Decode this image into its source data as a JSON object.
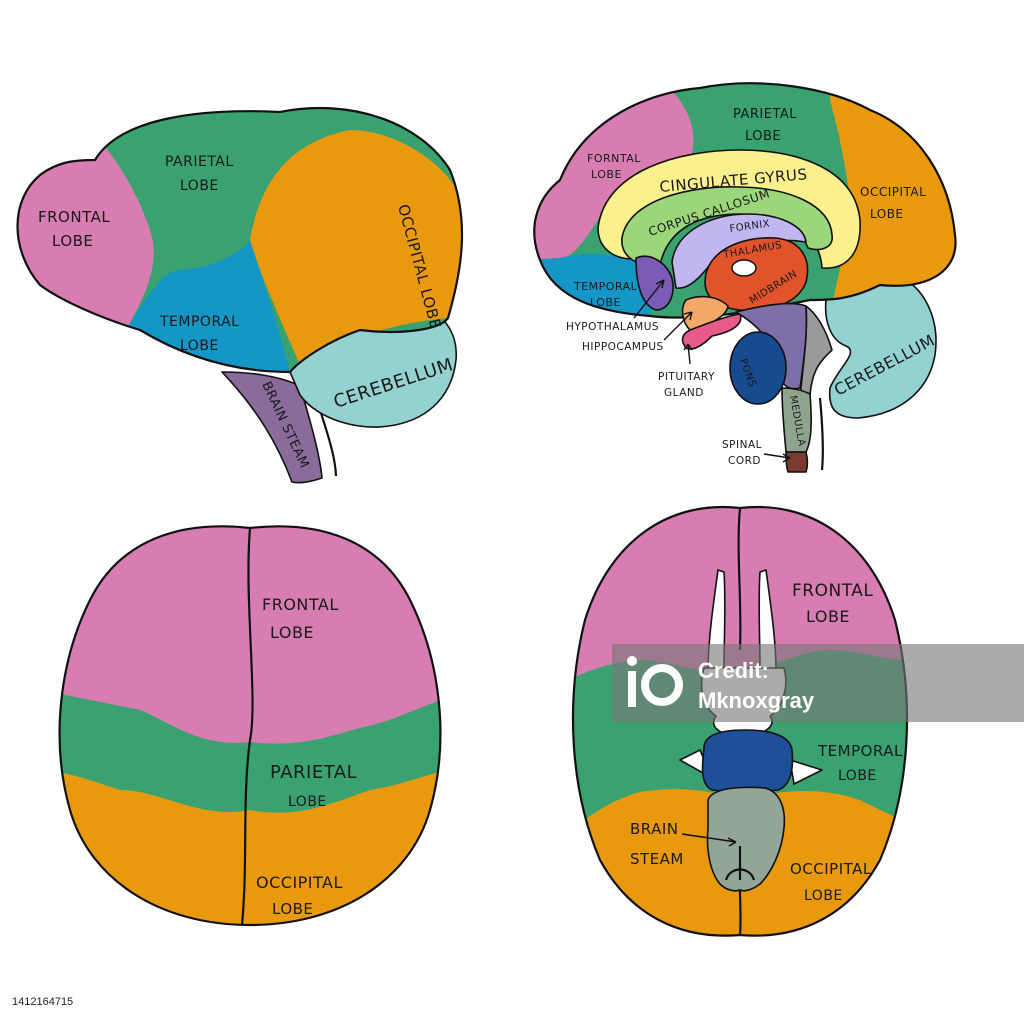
{
  "colors": {
    "frontal": "#d77db1",
    "parietal": "#3aa271",
    "temporal": "#1496c7",
    "occipital": "#e8990d",
    "cerebellum": "#94d2d2",
    "brainstem": "#8a6b9c",
    "cingulate": "#fbf08e",
    "corpus": "#9bd67a",
    "fornix": "#c2b6f1",
    "thalamus": "#e0532b",
    "hypothalamus": "#7a5bb5",
    "hippocampus": "#f4a86a",
    "pituitary": "#e85a8b",
    "midbrain": "#7f6fa8",
    "pons": "#164b8f",
    "medulla": "#8fa48f",
    "spinal": "#7b3a2e",
    "ventral_brainstem": "#93a596",
    "ventral_pons": "#1f4f9a"
  },
  "lateral": {
    "frontal_a": "FRONTAL",
    "frontal_b": "LOBE",
    "parietal_a": "PARIETAL",
    "parietal_b": "LOBE",
    "temporal_a": "TEMPORAL",
    "temporal_b": "LOBE",
    "occipital": "OCCIPITAL LOBE",
    "cerebellum": "CEREBELLUM",
    "brainstem": "BRAIN STEAM"
  },
  "sagittal": {
    "frontal_a": "FORNTAL",
    "frontal_b": "LOBE",
    "parietal_a": "PARIETAL",
    "parietal_b": "LOBE",
    "occipital_a": "OCCIPITAL",
    "occipital_b": "LOBE",
    "cingulate": "CINGULATE GYRUS",
    "corpus": "CORPUS CALLOSUM",
    "fornix": "FORNIX",
    "thalamus": "THALAMUS",
    "temporal_a": "TEMPORAL",
    "temporal_b": "LOBE",
    "hypothalamus": "HYPOTHALAMUS",
    "hippocampus": "HIPPOCAMPUS",
    "pituitary_a": "PITUITARY",
    "pituitary_b": "GLAND",
    "midbrain": "MIDBRAIN",
    "pons": "PONS",
    "medulla": "MEDULLA",
    "spinal_a": "SPINAL",
    "spinal_b": "CORD",
    "cerebellum": "CEREBELLUM"
  },
  "superior": {
    "frontal_a": "FRONTAL",
    "frontal_b": "LOBE",
    "parietal_a": "PARIETAL",
    "parietal_b": "LOBE",
    "occipital_a": "OCCIPITAL",
    "occipital_b": "LOBE"
  },
  "inferior": {
    "frontal_a": "FRONTAL",
    "frontal_b": "LOBE",
    "temporal_a": "TEMPORAL",
    "temporal_b": "LOBE",
    "brainstem_a": "BRAIN",
    "brainstem_b": "STEAM",
    "occipital_a": "OCCIPITAL",
    "occipital_b": "LOBE"
  },
  "watermark": {
    "line1": "Credit:",
    "line2": "Mknoxgray"
  },
  "stock_id": "1412164715"
}
